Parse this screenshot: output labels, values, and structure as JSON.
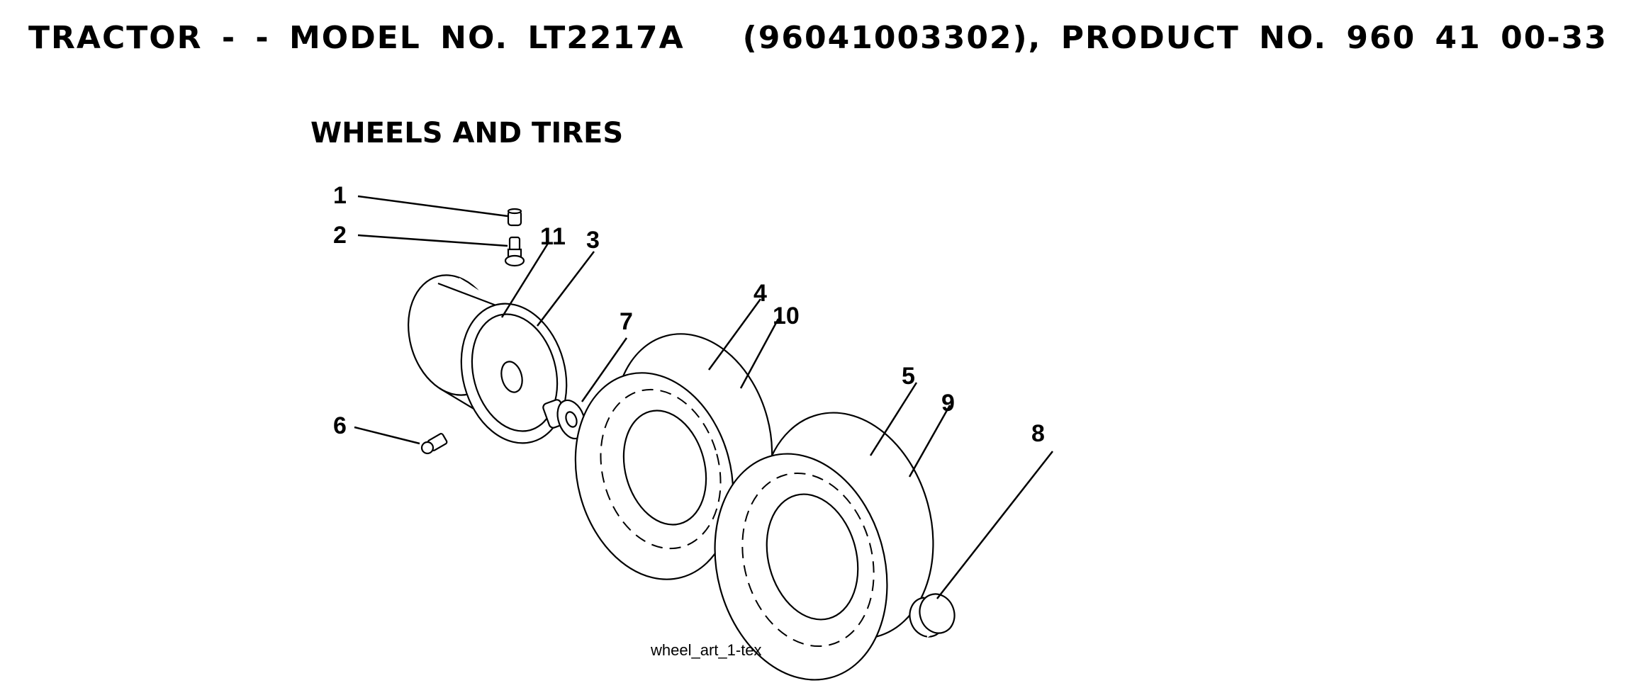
{
  "header": {
    "title": "TRACTOR - - MODEL NO. LT2217A   (96041003302), PRODUCT NO. 960 41 00-33",
    "section": "WHEELS AND TIRES"
  },
  "diagram": {
    "caption": "wheel_art_1-tex",
    "callouts": [
      "1",
      "2",
      "3",
      "4",
      "5",
      "6",
      "7",
      "8",
      "9",
      "10",
      "11"
    ]
  }
}
